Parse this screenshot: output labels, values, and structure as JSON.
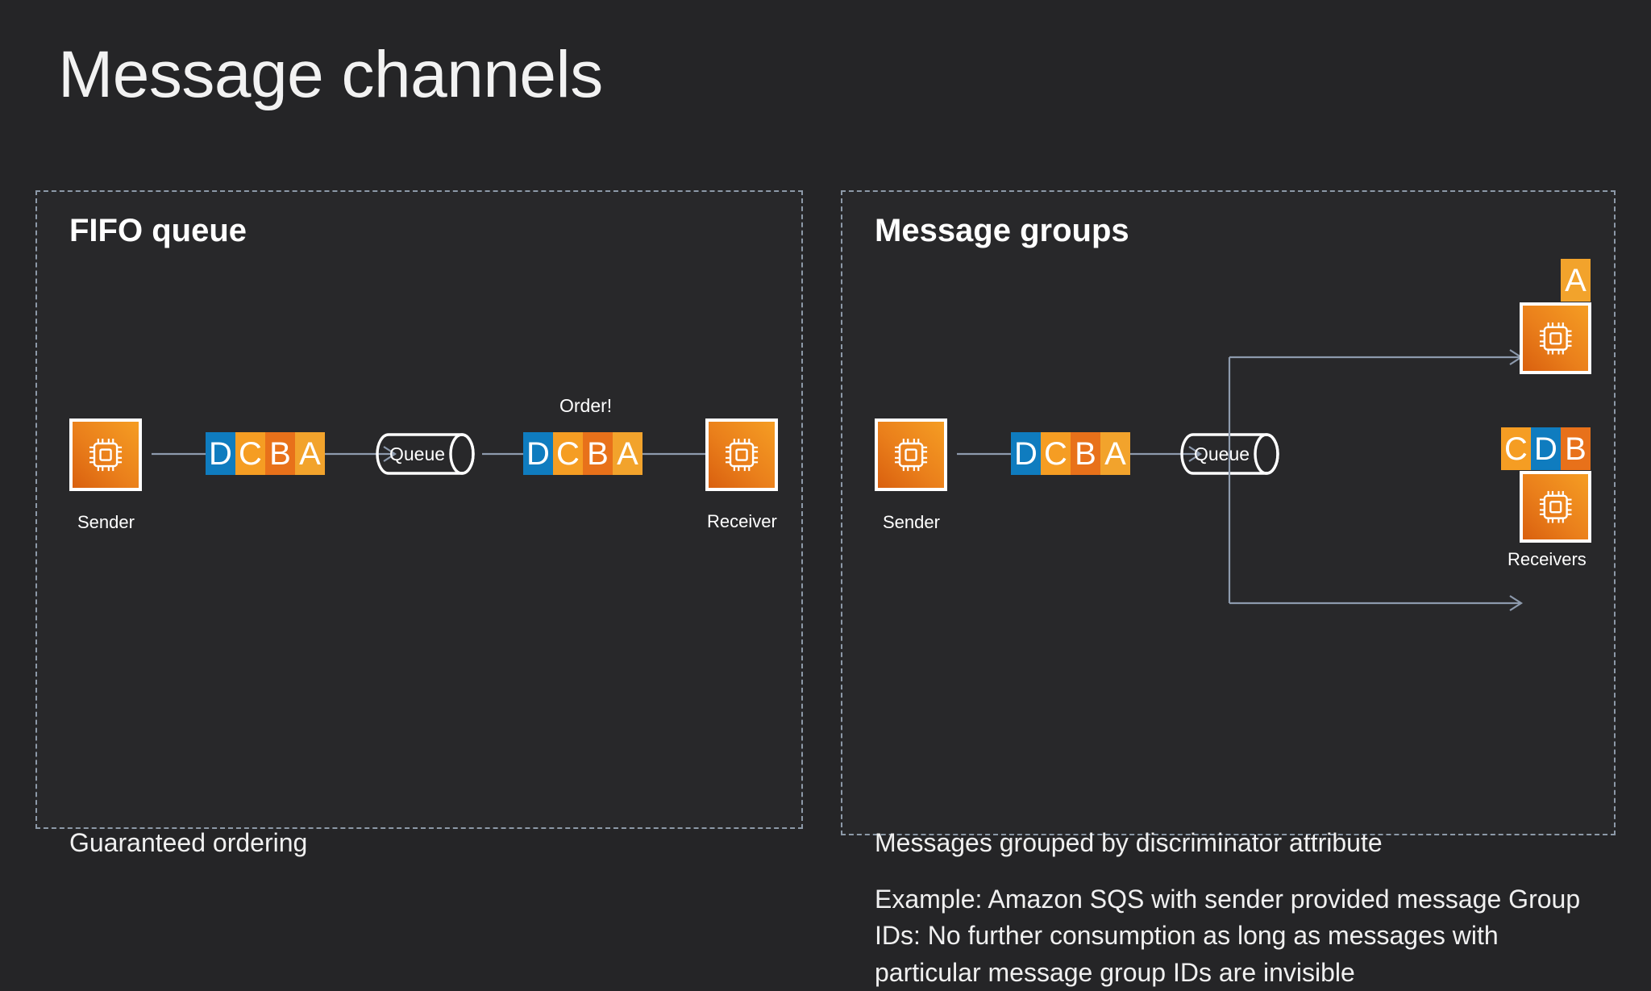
{
  "slide": {
    "title": "Message channels",
    "background": "#252527",
    "panel_background": "#28282a",
    "panel_border_color": "#8d99a8",
    "connector_color": "#8d9aad"
  },
  "colors": {
    "blue": "#0f7cbf",
    "amber": "#f59d23",
    "orange": "#e8711a",
    "gold": "#f2a32c",
    "node_gradient_start": "#d9600f",
    "node_gradient_end": "#f59d23"
  },
  "panels": [
    {
      "id": "fifo",
      "title": "FIFO queue",
      "sender_label": "Sender",
      "receiver_label": "Receiver",
      "queue_label": "Queue",
      "order_label": "Order!",
      "messages_in": [
        {
          "letter": "D",
          "color": "blue"
        },
        {
          "letter": "C",
          "color": "amber"
        },
        {
          "letter": "B",
          "color": "orange"
        },
        {
          "letter": "A",
          "color": "gold"
        }
      ],
      "messages_out": [
        {
          "letter": "D",
          "color": "blue"
        },
        {
          "letter": "C",
          "color": "amber"
        },
        {
          "letter": "B",
          "color": "orange"
        },
        {
          "letter": "A",
          "color": "gold"
        }
      ],
      "note": "Guaranteed ordering"
    },
    {
      "id": "groups",
      "title": "Message groups",
      "sender_label": "Sender",
      "receivers_label": "Receivers",
      "queue_label": "Queue",
      "messages_in": [
        {
          "letter": "D",
          "color": "blue"
        },
        {
          "letter": "C",
          "color": "amber"
        },
        {
          "letter": "B",
          "color": "orange"
        },
        {
          "letter": "A",
          "color": "gold"
        }
      ],
      "receiver_top_messages": [
        {
          "letter": "A",
          "color": "gold"
        }
      ],
      "receiver_bottom_messages": [
        {
          "letter": "C",
          "color": "amber"
        },
        {
          "letter": "D",
          "color": "blue"
        },
        {
          "letter": "B",
          "color": "orange"
        }
      ],
      "note_1": "Messages grouped by discriminator attribute",
      "note_2": "Example: Amazon SQS with sender provided message Group IDs: No further consumption as long as messages with particular message group IDs are invisible"
    }
  ],
  "icons": {
    "compute_node": "chip-icon",
    "queue": "queue-cylinder-icon",
    "arrow": "arrow-right-icon"
  }
}
